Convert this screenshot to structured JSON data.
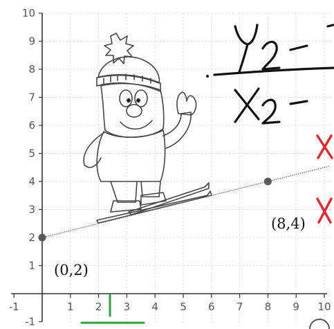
{
  "chart_data": {
    "type": "line",
    "x_ticks": [
      "-1",
      "1",
      "2",
      "3",
      "4",
      "5",
      "6",
      "7",
      "8",
      "9",
      "10"
    ],
    "y_ticks": [
      "-1",
      "1",
      "2",
      "3",
      "4",
      "5",
      "6",
      "7",
      "8",
      "9",
      "10"
    ],
    "xlim": [
      -1,
      10
    ],
    "ylim": [
      -1,
      10
    ],
    "grid": true,
    "series": [
      {
        "points": [
          [
            0,
            2
          ],
          [
            8,
            4
          ]
        ],
        "extends_to_x": 10.2
      }
    ],
    "point_labels": [
      "(0,2)",
      "(8,4)"
    ]
  },
  "annotations": {
    "marks_color": "#e8242c",
    "highlight_color": "#2aa43a",
    "ink_color": "#111111"
  },
  "clipart": {
    "icon": "skier-cartoon-icon"
  }
}
